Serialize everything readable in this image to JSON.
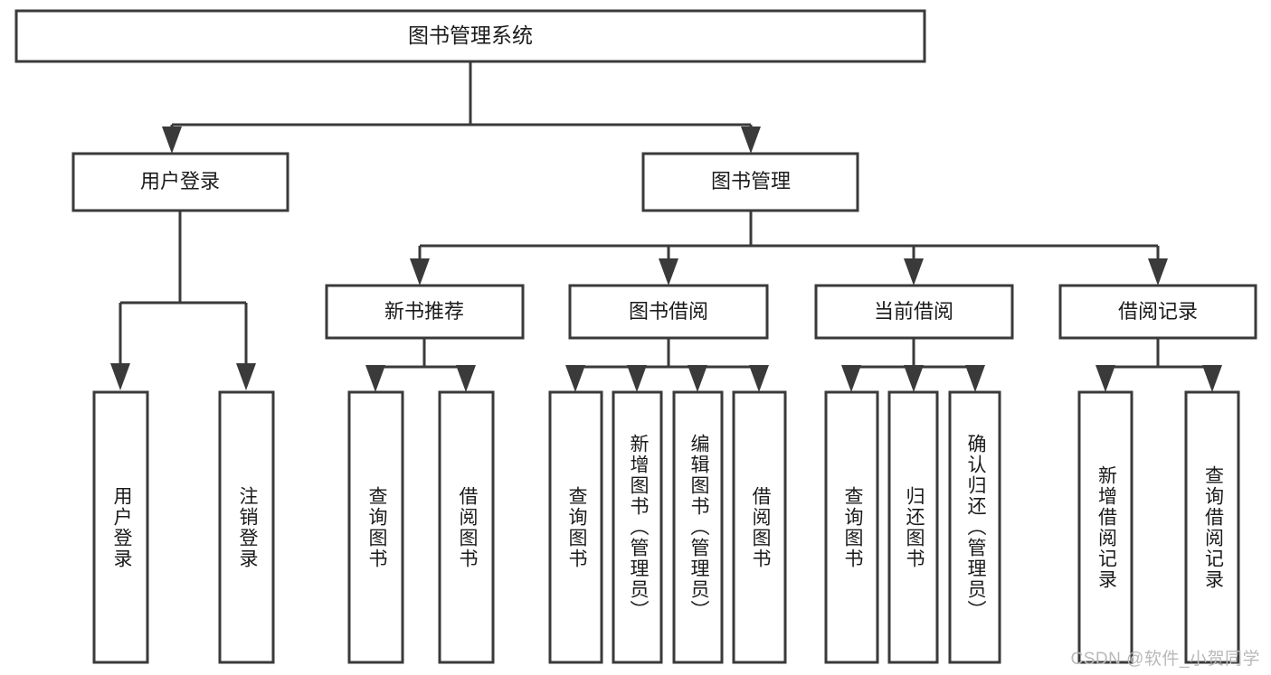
{
  "diagram": {
    "type": "tree-hierarchy-chart",
    "title": "图书管理系统",
    "watermark": "CSDN @软件_小贺同学",
    "colors": {
      "stroke": "#3a3a3a",
      "fill": "#ffffff",
      "text": "#1b1b1b",
      "watermark": "#b9b9b9",
      "background": "#ffffff"
    },
    "nodes": {
      "root": {
        "label": "图书管理系统",
        "orientation": "horizontal"
      },
      "level2": [
        {
          "id": "user-login",
          "label": "用户登录",
          "orientation": "horizontal"
        },
        {
          "id": "book-manage",
          "label": "图书管理",
          "orientation": "horizontal"
        }
      ],
      "level3": [
        {
          "id": "new-book-recommend",
          "label": "新书推荐",
          "orientation": "horizontal"
        },
        {
          "id": "book-borrow",
          "label": "图书借阅",
          "orientation": "horizontal"
        },
        {
          "id": "current-borrow",
          "label": "当前借阅",
          "orientation": "horizontal"
        },
        {
          "id": "borrow-record",
          "label": "借阅记录",
          "orientation": "horizontal"
        }
      ],
      "leaves": [
        {
          "id": "leaf-user-login",
          "label": "用户登录",
          "parent": "user-login",
          "orientation": "vertical"
        },
        {
          "id": "leaf-logout-login",
          "label": "注销登录",
          "parent": "user-login",
          "orientation": "vertical"
        },
        {
          "id": "leaf-query-book-1",
          "label": "查询图书",
          "parent": "new-book-recommend",
          "orientation": "vertical"
        },
        {
          "id": "leaf-borrow-book-1",
          "label": "借阅图书",
          "parent": "new-book-recommend",
          "orientation": "vertical"
        },
        {
          "id": "leaf-query-book-2",
          "label": "查询图书",
          "parent": "book-borrow",
          "orientation": "vertical"
        },
        {
          "id": "leaf-add-book",
          "label": "新增图书（管理员）",
          "parent": "book-borrow",
          "orientation": "vertical"
        },
        {
          "id": "leaf-edit-book",
          "label": "编辑图书（管理员）",
          "parent": "book-borrow",
          "orientation": "vertical"
        },
        {
          "id": "leaf-borrow-book-2",
          "label": "借阅图书",
          "parent": "book-borrow",
          "orientation": "vertical"
        },
        {
          "id": "leaf-query-book-3",
          "label": "查询图书",
          "parent": "current-borrow",
          "orientation": "vertical"
        },
        {
          "id": "leaf-return-book",
          "label": "归还图书",
          "parent": "current-borrow",
          "orientation": "vertical"
        },
        {
          "id": "leaf-confirm-return",
          "label": "确认归还（管理员）",
          "parent": "current-borrow",
          "orientation": "vertical"
        },
        {
          "id": "leaf-add-record",
          "label": "新增借阅记录",
          "parent": "borrow-record",
          "orientation": "vertical"
        },
        {
          "id": "leaf-query-record",
          "label": "查询借阅记录",
          "parent": "borrow-record",
          "orientation": "vertical"
        }
      ]
    }
  }
}
